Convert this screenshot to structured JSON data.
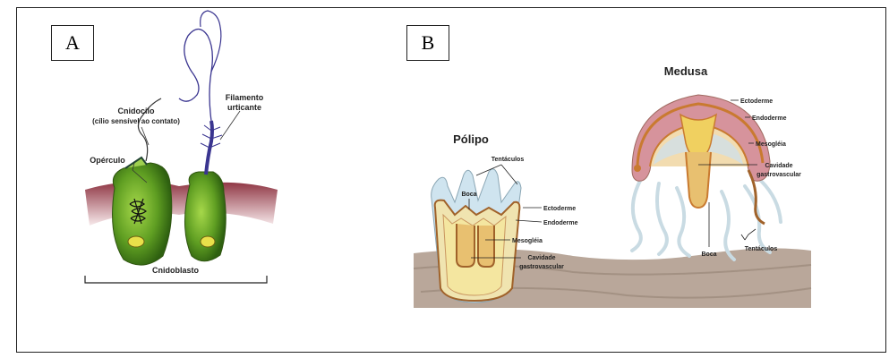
{
  "panels": {
    "a_label": "A",
    "b_label": "B"
  },
  "panel_a": {
    "cnidocilo_line1": "Cnidocilo",
    "cnidocilo_line2": "(cílio sensível ao contato)",
    "filamento_line1": "Filamento",
    "filamento_line2": "urticante",
    "operculo": "Opérculo",
    "cnidoblasto": "Cnidoblasto"
  },
  "panel_b": {
    "polipo_title": "Pólipo",
    "medusa_title": "Medusa",
    "polipo_labels": {
      "tentaculos": "Tentáculos",
      "boca": "Boca",
      "ectoderme": "Ectoderme",
      "endoderme": "Endoderme",
      "mesogleia": "Mesogléia",
      "cavidade_line1": "Cavidade",
      "cavidade_line2": "gastrovascular"
    },
    "medusa_labels": {
      "ectoderme": "Ectoderme",
      "endoderme": "Endoderme",
      "mesogleia": "Mesogléia",
      "cavidade_line1": "Cavidade",
      "cavidade_line2": "gastrovascular",
      "boca": "Boca",
      "tentaculos": "Tentáculos"
    }
  }
}
